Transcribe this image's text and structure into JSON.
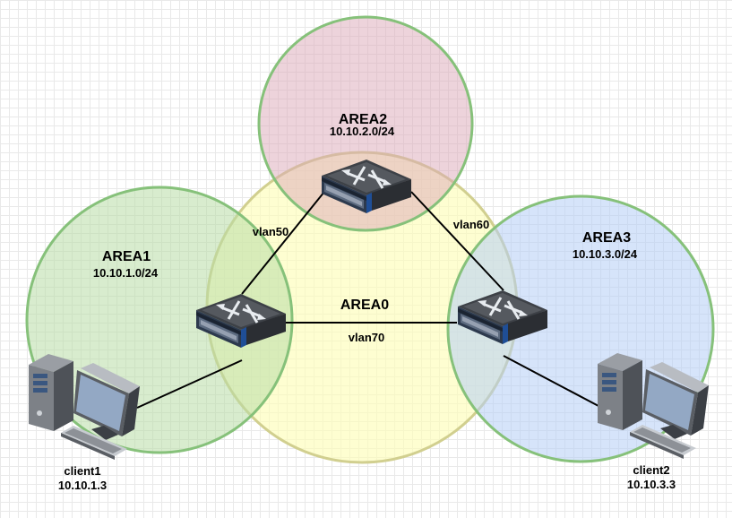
{
  "areas": {
    "area0": {
      "name": "AREA0",
      "fill": "#fefeb8",
      "stroke": "#d1cf8f"
    },
    "area1": {
      "name": "AREA1",
      "subnet": "10.10.1.0/24",
      "fill": "#b8dca6",
      "stroke": "#86c17a"
    },
    "area2": {
      "name": "AREA2",
      "subnet": "10.10.2.0/24",
      "fill": "#dba8b8",
      "stroke": "#86c17a"
    },
    "area3": {
      "name": "AREA3",
      "subnet": "10.10.3.0/24",
      "fill": "#b5cdf5",
      "stroke": "#86c17a"
    }
  },
  "links": {
    "vlan50": "vlan50",
    "vlan60": "vlan60",
    "vlan70": "vlan70"
  },
  "clients": {
    "client1": {
      "name": "client1",
      "ip": "10.10.1.3"
    },
    "client2": {
      "name": "client2",
      "ip": "10.10.3.3"
    }
  },
  "icons": {
    "switch": "switch-icon",
    "computer": "computer-icon"
  }
}
